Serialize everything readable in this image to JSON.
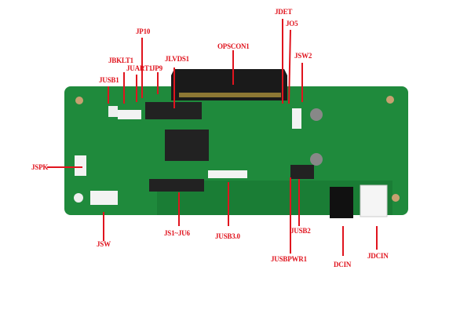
{
  "labels": {
    "jdet": "JDET",
    "jo5": "JO5",
    "jp10": "JP10",
    "opscon1": "OPSCON1",
    "jbklt1": "JBKLT1",
    "juart1": "JUART1",
    "jp9": "JP9",
    "jlvds1": "JLVDS1",
    "jsw2": "JSW2",
    "jusb1": "JUSB1",
    "jspk": "JSPK",
    "jsw": "JSW",
    "js1_ju6": "JS1~JU6",
    "jusb3": "JUSB3.0",
    "jusb2": "JUSB2",
    "jusbpwr1": "JUSBPWR1",
    "dcin": "DCIN",
    "jdcin": "JDCIN"
  },
  "colors": {
    "label": "#e0141e",
    "board": "#1f8a3c",
    "board_dark": "#146b2b"
  }
}
